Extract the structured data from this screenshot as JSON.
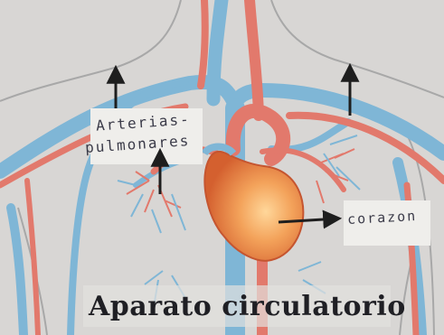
{
  "diagram": {
    "title": "Aparato circulatorio",
    "labels": {
      "arterias_line1": "Arterias-",
      "arterias_line2": "pulmonares",
      "corazon": "corazon"
    },
    "colors": {
      "background": "#d8d6d4",
      "vein": "#7fb6d6",
      "artery": "#e2796c",
      "heart": "#e88a45",
      "arrow": "#1e1e1e"
    }
  }
}
